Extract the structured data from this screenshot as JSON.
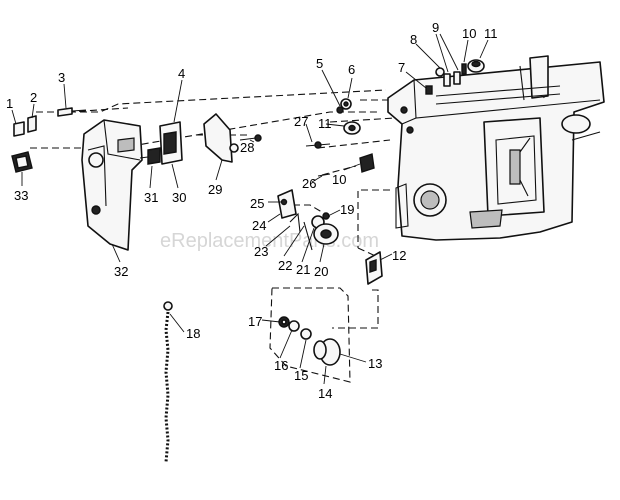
{
  "diagram": {
    "watermark": "eReplacementParts.com",
    "callouts": {
      "n1": "1",
      "n2": "2",
      "n3": "3",
      "n4": "4",
      "n5": "5",
      "n6": "6",
      "n7": "7",
      "n8": "8",
      "n9": "9",
      "n10a": "10",
      "n10b": "10",
      "n11a": "11",
      "n11b": "11",
      "n12": "12",
      "n13": "13",
      "n14": "14",
      "n15": "15",
      "n16": "16",
      "n17": "17",
      "n18": "18",
      "n19": "19",
      "n20": "20",
      "n21": "21",
      "n22": "22",
      "n23": "23",
      "n24": "24",
      "n25": "25",
      "n26": "26",
      "n27": "27",
      "n28": "28",
      "n29": "29",
      "n30": "30",
      "n31": "31",
      "n32": "32",
      "n33": "33"
    }
  }
}
